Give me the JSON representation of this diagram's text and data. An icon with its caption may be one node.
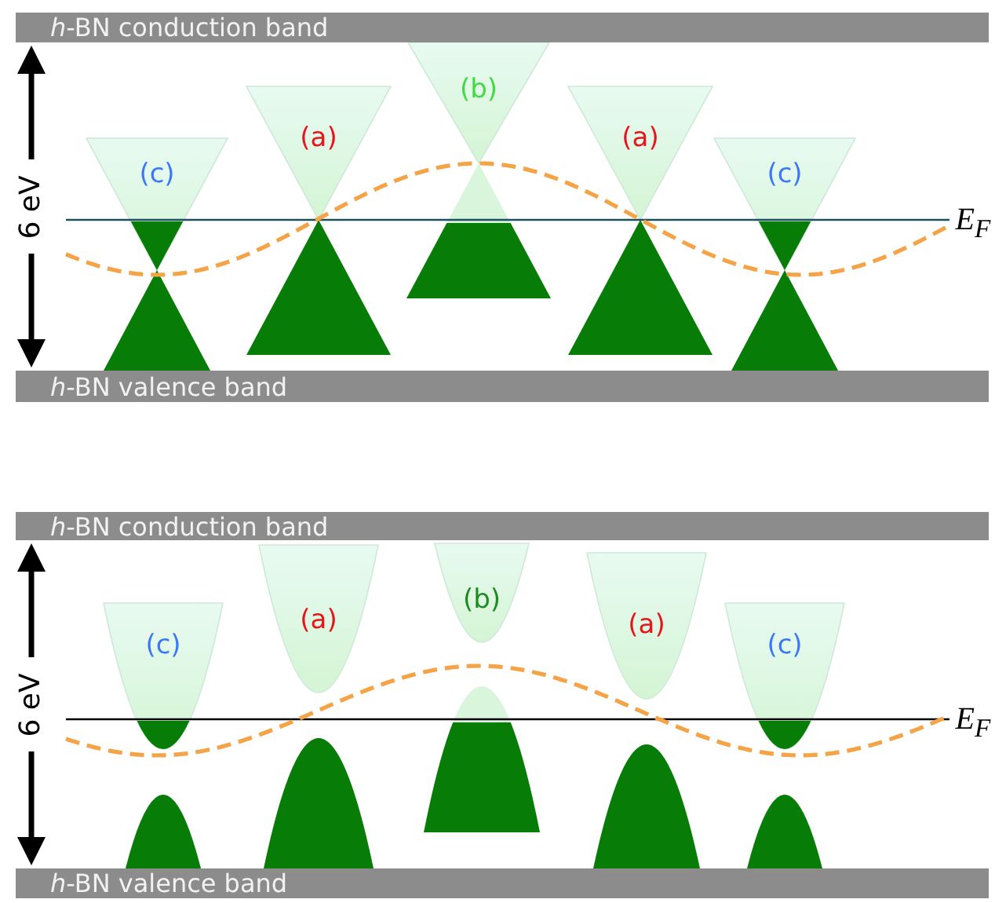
{
  "diagram": {
    "nodes": [
      {
        "text": [
          "*h*-BN conduction band"
        ]
      },
      {
        "text": [
          "*h*-BN valence band"
        ]
      },
      {
        "text": [
          "*h*-BN conduction band"
        ]
      },
      {
        "text": [
          "*h*-BN valence band"
        ]
      }
    ],
    "labels": [
      "6 eV",
      "(c)",
      "(a)",
      "(b)",
      "(a)",
      "(c)",
      "E$_{F}$",
      "6 eV",
      "(c)",
      "(a)",
      "(b)",
      "(a)",
      "(c)",
      "E$_{F}$"
    ]
  }
}
